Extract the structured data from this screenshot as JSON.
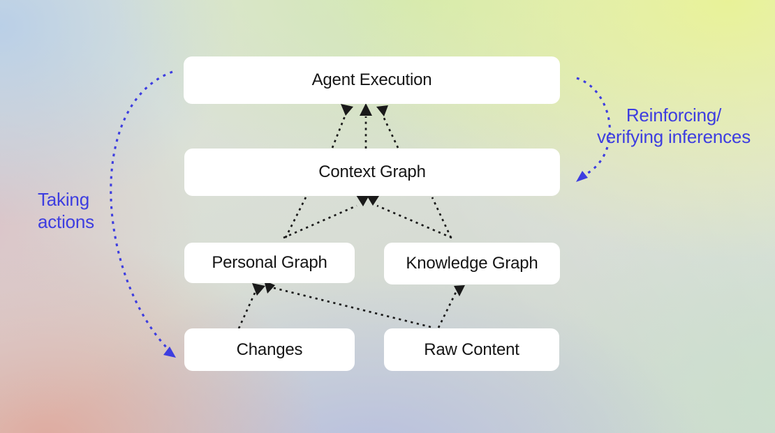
{
  "diagram": {
    "nodes": [
      {
        "id": "agent-execution",
        "label": "Agent Execution"
      },
      {
        "id": "context-graph",
        "label": "Context Graph"
      },
      {
        "id": "personal-graph",
        "label": "Personal Graph"
      },
      {
        "id": "knowledge-graph",
        "label": "Knowledge Graph"
      },
      {
        "id": "changes",
        "label": "Changes"
      },
      {
        "id": "raw-content",
        "label": "Raw Content"
      }
    ],
    "annotations": {
      "taking_actions": {
        "line1": "Taking",
        "line2": "actions"
      },
      "reinforcing": {
        "line1": "Reinforcing/",
        "line2": "verifying inferences"
      }
    },
    "colors": {
      "annotation_blue": "#3d3de0",
      "arrow_black": "#1a1a1a",
      "node_background": "#ffffff",
      "node_text": "#151515"
    }
  }
}
